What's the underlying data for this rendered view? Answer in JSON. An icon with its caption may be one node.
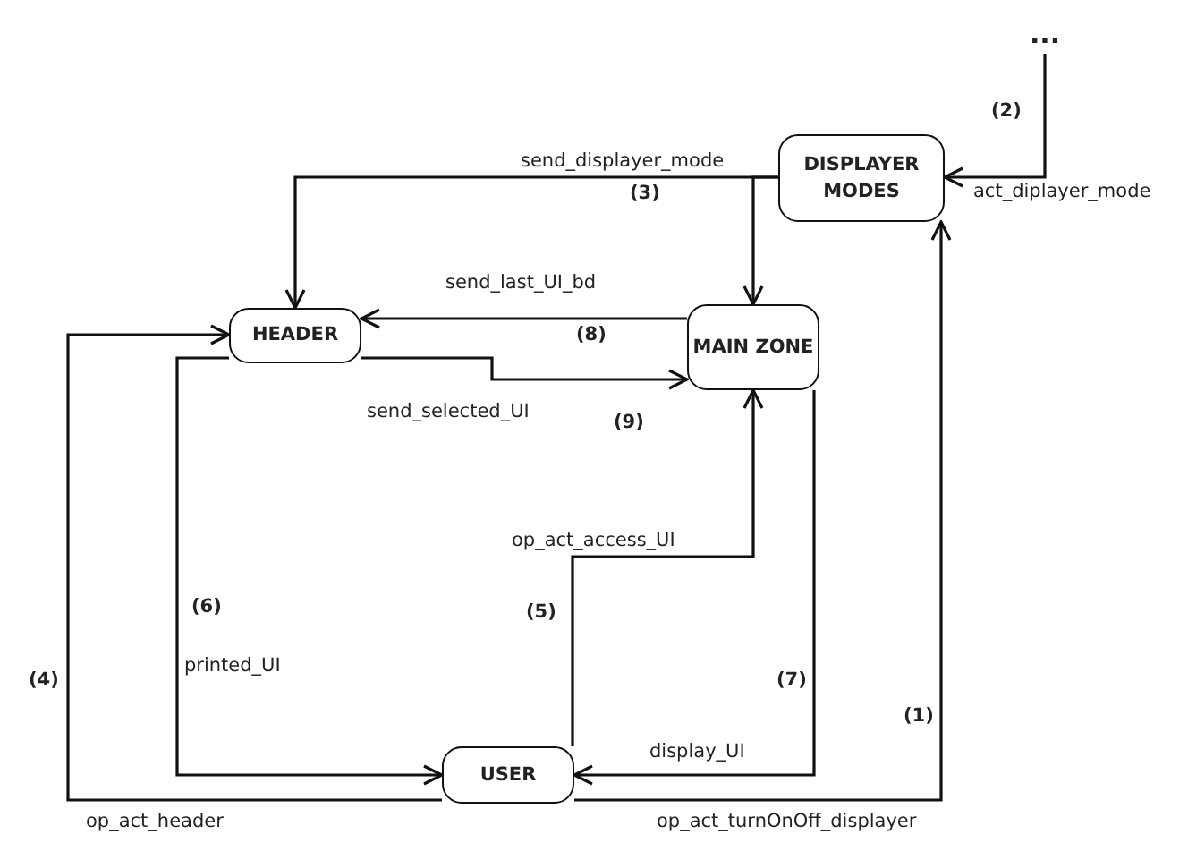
{
  "diagram": {
    "nodes": [
      {
        "text": [
          "..."
        ]
      },
      {
        "text": [
          "DISPLAYER MODES"
        ]
      },
      {
        "text": [
          "HEADER"
        ]
      },
      {
        "text": [
          "MAIN ZONE"
        ]
      },
      {
        "text": [
          "USER"
        ]
      }
    ],
    "edges": [
      {
        "from": 0,
        "to": 1,
        "arrow": "to",
        "label": "act_diplayer_mode"
      },
      {
        "from": 1,
        "to": 2,
        "arrow": "to",
        "label": "send_displayer_mode"
      },
      {
        "from": 1,
        "to": 3,
        "arrow": "to"
      },
      {
        "from": 3,
        "to": 2,
        "arrow": "to",
        "label": "send_last_UI_bd"
      },
      {
        "from": 2,
        "to": 3,
        "arrow": "to",
        "label": "send_selected_UI"
      },
      {
        "from": 2,
        "to": 4,
        "arrow": "to",
        "label": "printed_UI"
      },
      {
        "from": 4,
        "to": 3,
        "arrow": "to",
        "label": "op_act_access_UI"
      },
      {
        "from": 3,
        "to": 4,
        "arrow": "to",
        "label": "display_UI"
      },
      {
        "from": 4,
        "to": 2,
        "arrow": "to",
        "label": "op_act_header"
      },
      {
        "from": 4,
        "to": 1,
        "arrow": "to",
        "label": "op_act_turnOnOff_displayer"
      }
    ],
    "labels": [
      "(2)",
      "(3)",
      "(8)",
      "(9)",
      "(6)",
      "(5)",
      "(4)",
      "(7)",
      "(1)"
    ]
  }
}
